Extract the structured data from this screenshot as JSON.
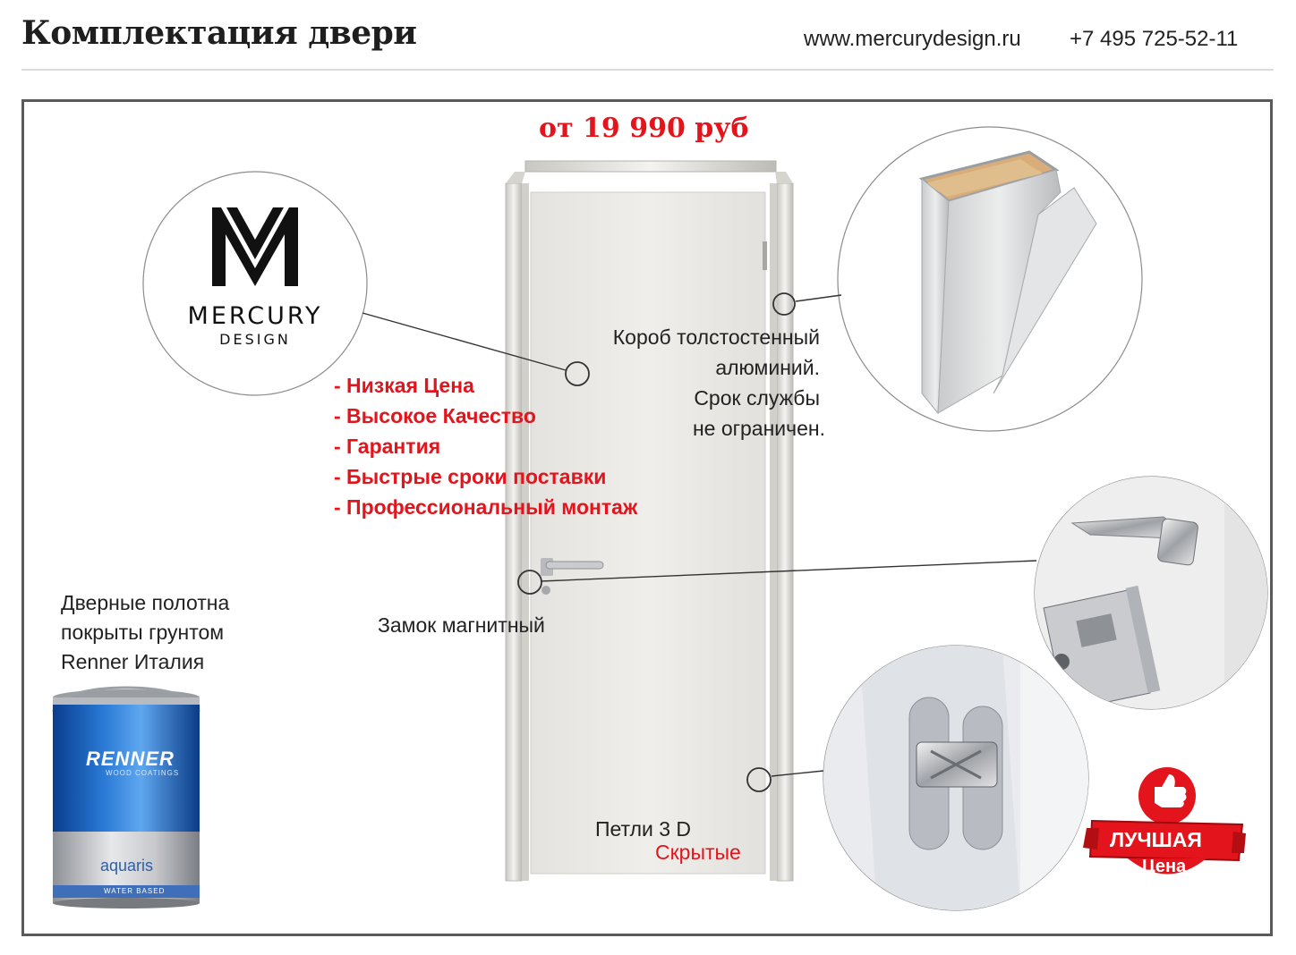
{
  "header": {
    "title": "Комплектация двери",
    "website": "www.mercurydesign.ru",
    "phone": "+7 495 725-52-11"
  },
  "price": "от 19 990 руб",
  "logo": {
    "brand": "MERCURY",
    "sub": "DESIGN"
  },
  "features": [
    "- Низкая Цена",
    "- Высокое Качество",
    "- Гарантия",
    "- Быстрые сроки поставки",
    "- Профессиональный монтаж"
  ],
  "frame_caption": [
    "Короб толстостенный",
    "алюминий.",
    "Срок службы",
    "не ограничен."
  ],
  "lock_caption": "Замок магнитный",
  "hinge_caption": {
    "line1": "Петли 3 D",
    "line2": "Скрытые"
  },
  "primer_caption": [
    "Дверные полотна",
    "покрыты грунтом",
    "Renner Италия"
  ],
  "paint_can": {
    "brand": "RENNER",
    "sub": "WOOD COATINGS",
    "product": "aquaris",
    "band": "WATER BASED"
  },
  "badge": {
    "line1": "ЛУЧШАЯ",
    "line2": "Цена"
  },
  "colors": {
    "accent_red": "#e3141b",
    "frame_border": "#5a5a5a",
    "door_white": "#e9e8e4"
  },
  "icons": [
    "mercury-logo-icon",
    "thumbs-up-icon",
    "door-handle-icon",
    "lock-mechanism-icon",
    "hidden-hinge-icon",
    "aluminium-profile-icon",
    "paint-can-icon"
  ]
}
